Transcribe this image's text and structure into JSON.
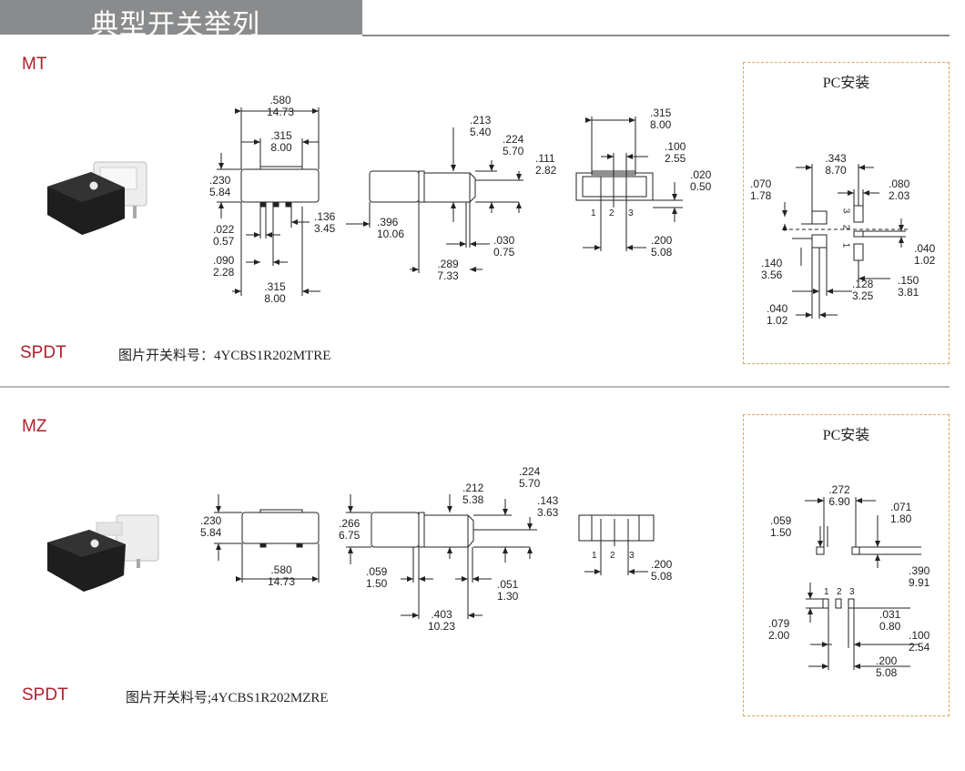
{
  "page_title": "典型开关举列",
  "mt": {
    "model": "MT",
    "type": "SPDT",
    "part_number": "图片开关料号：4YCBS1R202MTRE",
    "pc_title": "PC安装",
    "dims": {
      "w580": [
        ".580",
        "14.73"
      ],
      "w315a": [
        ".315",
        "8.00"
      ],
      "h230": [
        ".230",
        "5.84"
      ],
      "d022": [
        ".022",
        "0.57"
      ],
      "d090": [
        ".090",
        "2.28"
      ],
      "d315b": [
        ".315",
        "8.00"
      ],
      "d136": [
        ".136",
        "3.45"
      ],
      "d213": [
        ".213",
        "5.40"
      ],
      "d224": [
        ".224",
        "5.70"
      ],
      "d111": [
        ".111",
        "2.82"
      ],
      "d396": [
        ".396",
        "10.06"
      ],
      "d030": [
        ".030",
        "0.75"
      ],
      "d289": [
        ".289",
        "7.33"
      ],
      "e315": [
        ".315",
        "8.00"
      ],
      "e100": [
        ".100",
        "2.55"
      ],
      "e020": [
        ".020",
        "0.50"
      ],
      "e200": [
        ".200",
        "5.08"
      ],
      "pins": [
        "1",
        "2",
        "3"
      ],
      "p343": [
        ".343",
        "8.70"
      ],
      "p070": [
        ".070",
        "1.78"
      ],
      "p080": [
        ".080",
        "2.03"
      ],
      "p140": [
        ".140",
        "3.56"
      ],
      "p040r": [
        ".040",
        "1.02"
      ],
      "p128": [
        ".128",
        "3.25"
      ],
      "p150": [
        ".150",
        "3.81"
      ],
      "p040b": [
        ".040",
        "1.02"
      ]
    }
  },
  "mz": {
    "model": "MZ",
    "type": "SPDT",
    "part_number": "图片开关料号;4YCBS1R202MZRE",
    "pc_title": "PC安装",
    "dims": {
      "h230": [
        ".230",
        "5.84"
      ],
      "w580": [
        ".580",
        "14.73"
      ],
      "d266": [
        ".266",
        "6.75"
      ],
      "d212": [
        ".212",
        "5.38"
      ],
      "d224": [
        ".224",
        "5.70"
      ],
      "d143": [
        ".143",
        "3.63"
      ],
      "d059": [
        ".059",
        "1.50"
      ],
      "d051": [
        ".051",
        "1.30"
      ],
      "d403": [
        ".403",
        "10.23"
      ],
      "e200": [
        ".200",
        "5.08"
      ],
      "pins": [
        "1",
        "2",
        "3"
      ],
      "p272": [
        ".272",
        "6.90"
      ],
      "p059": [
        ".059",
        "1.50"
      ],
      "p071": [
        ".071",
        "1.80"
      ],
      "p390": [
        ".390",
        "9.91"
      ],
      "p079": [
        ".079",
        "2.00"
      ],
      "p031": [
        ".031",
        "0.80"
      ],
      "p100": [
        ".100",
        "2.54"
      ],
      "p200": [
        ".200",
        "5.08"
      ]
    }
  },
  "colors": {
    "header": "#8a8b8d",
    "accent_red": "#b01e2c",
    "dash_orange": "#e6a45a",
    "switch_black": "#1e1e1e",
    "switch_white": "#ededed"
  }
}
